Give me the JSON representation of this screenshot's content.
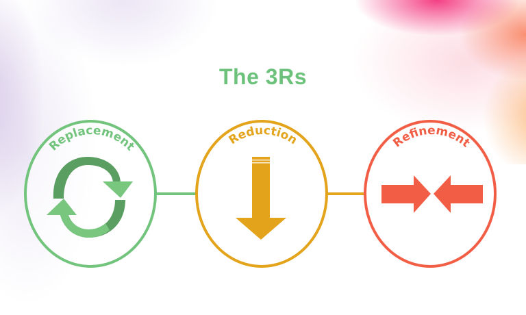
{
  "title": "The 3Rs",
  "colors": {
    "title": "#6CC27A",
    "replacement": "#72C47D",
    "replacement_dark": "#5A9E62",
    "reduction": "#E3A41C",
    "refinement": "#F25E45"
  },
  "nodes": [
    {
      "label": "Replacement",
      "icon": "cycle-arrows-icon",
      "color": "#72C47D"
    },
    {
      "label": "Reduction",
      "icon": "down-arrow-icon",
      "color": "#E3A41C"
    },
    {
      "label": "Refinement",
      "icon": "converging-arrows-icon",
      "color": "#F25E45"
    }
  ],
  "connectors": [
    {
      "from": "Replacement",
      "to": "Reduction",
      "color": "#72C47D"
    },
    {
      "from": "Reduction",
      "to": "Refinement",
      "color": "#E3A41C"
    }
  ]
}
